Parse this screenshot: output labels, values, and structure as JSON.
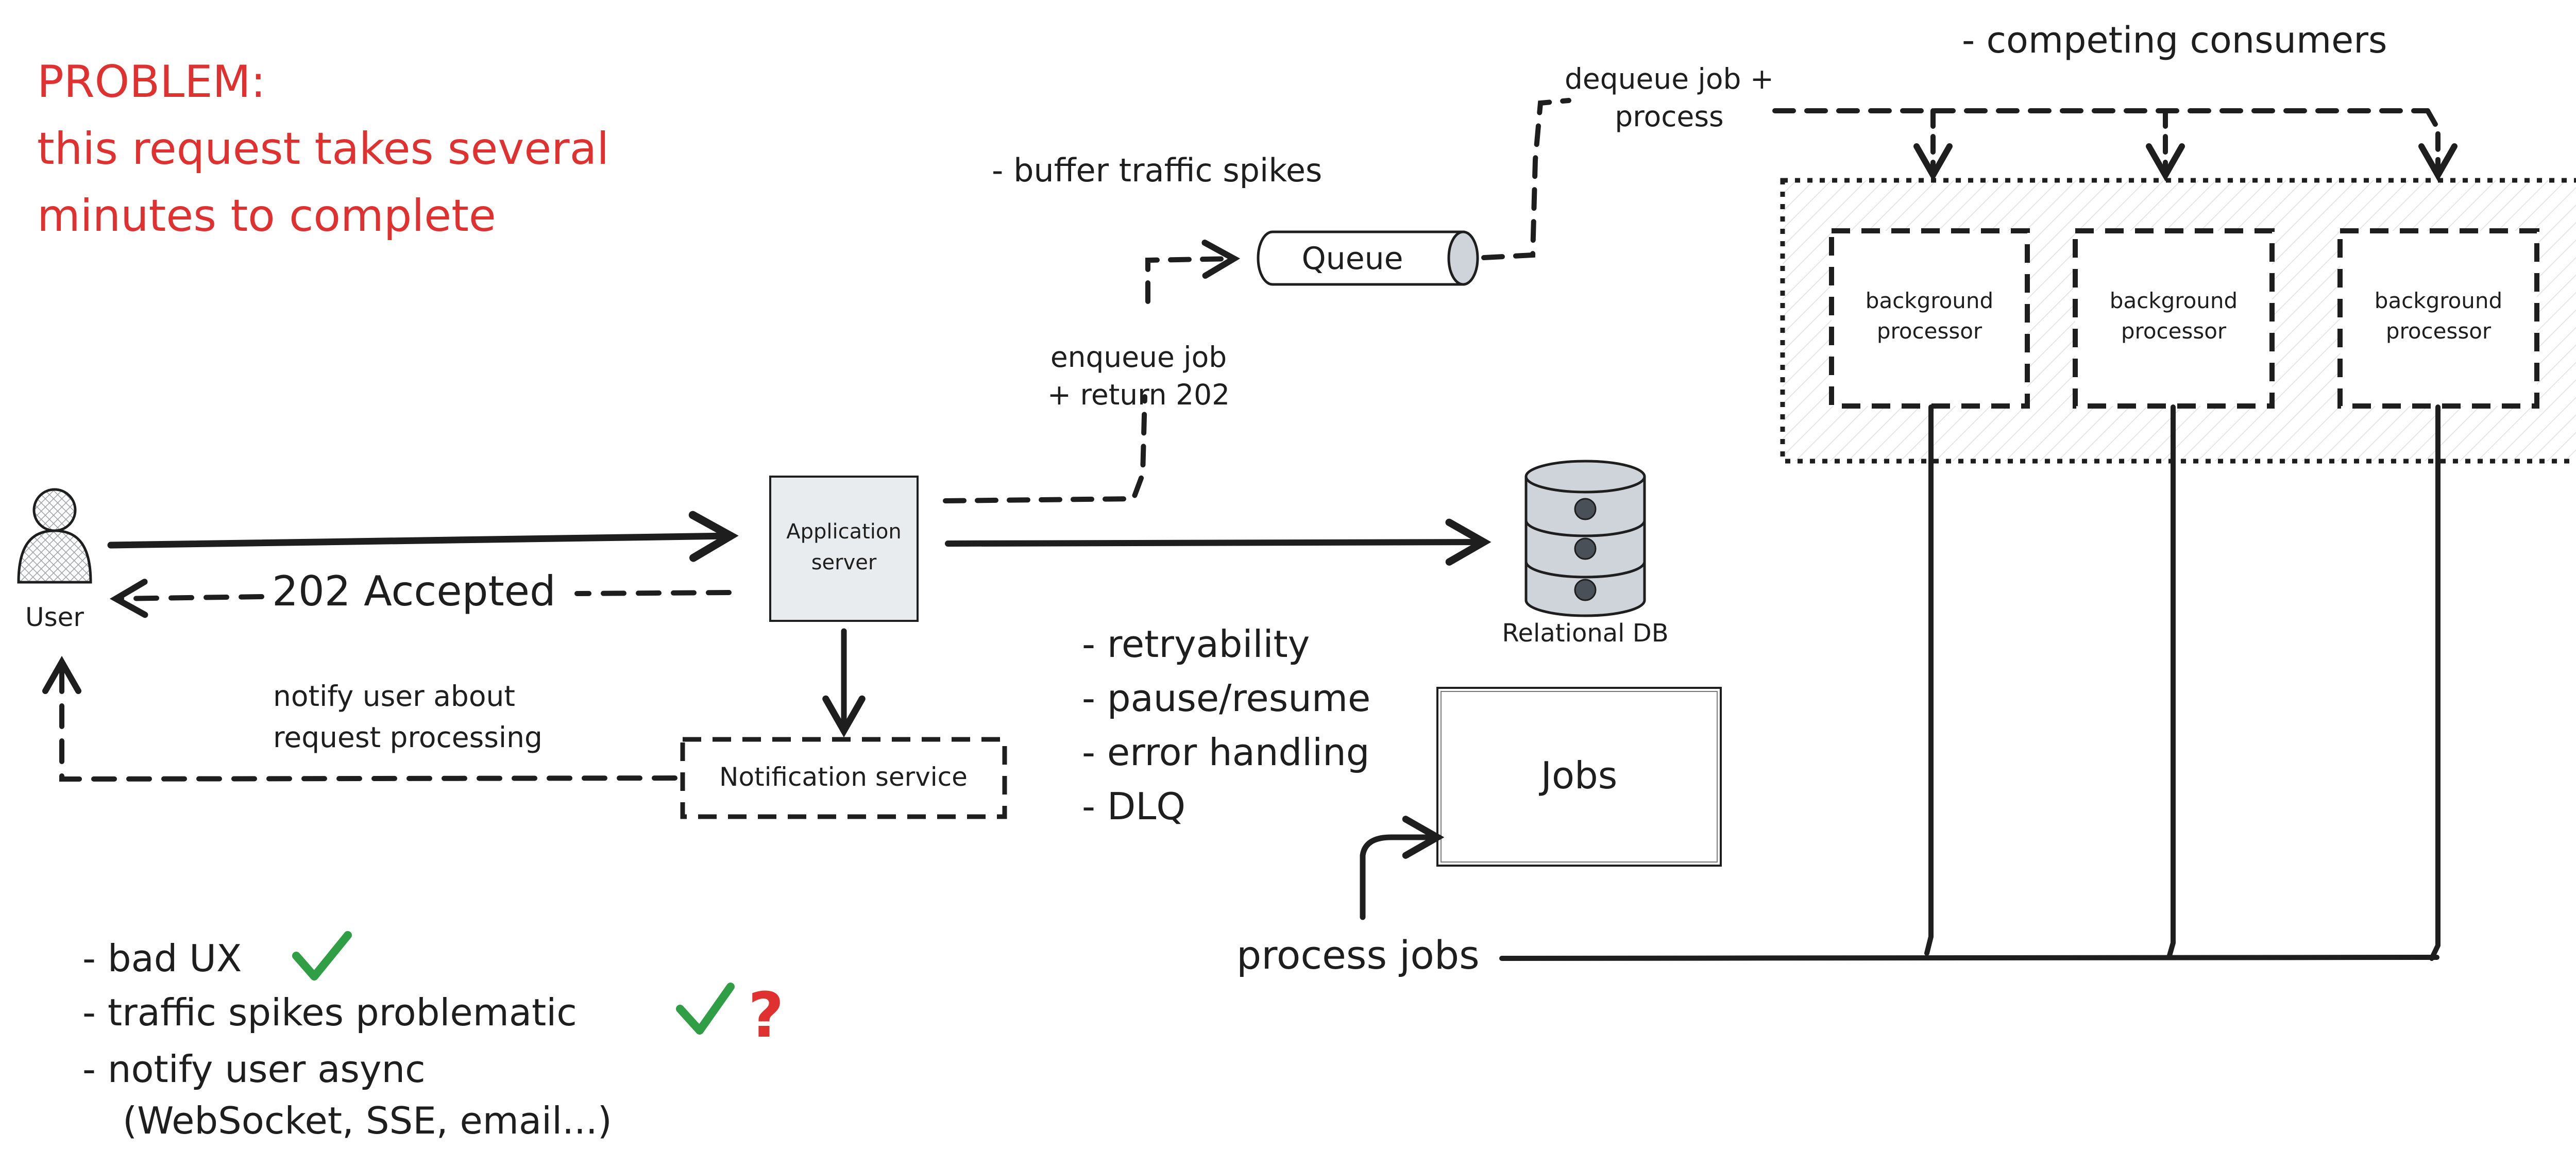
{
  "problem": {
    "title": "PROBLEM:",
    "line1": "this request takes several",
    "line2": "minutes to complete"
  },
  "nodes": {
    "user": "User",
    "app_server_l1": "Application",
    "app_server_l2": "server",
    "queue": "Queue",
    "db": "Relational DB",
    "notification": "Notification service",
    "jobs": "Jobs",
    "bg1_l1": "background",
    "bg1_l2": "processor",
    "bg2_l1": "background",
    "bg2_l2": "processor",
    "bg3_l1": "background",
    "bg3_l2": "processor"
  },
  "edges": {
    "accepted": "202 Accepted",
    "notify_l1": "notify user about",
    "notify_l2": "request processing",
    "enqueue_l1": "enqueue job",
    "enqueue_l2": "+ return 202",
    "dequeue_l1": "dequeue job +",
    "dequeue_l2": "process",
    "process_jobs": "process jobs"
  },
  "notes": {
    "buffer": "- buffer traffic spikes",
    "competing": "- competing consumers",
    "db_benefits": [
      "- retryability",
      "- pause/resume",
      "- error handling",
      "- DLQ"
    ],
    "bad_ux": "- bad UX",
    "traffic_spikes": "- traffic spikes problematic",
    "question_mark": "?",
    "notify_async_l1": "- notify user async",
    "notify_async_l2": "(WebSocket, SSE, email...)"
  },
  "colors": {
    "ink": "#1e1e1e",
    "problem": "#e03131",
    "check": "#2f9e44",
    "server_fill": "#e9ecef",
    "db_fill": "#ced4da"
  }
}
